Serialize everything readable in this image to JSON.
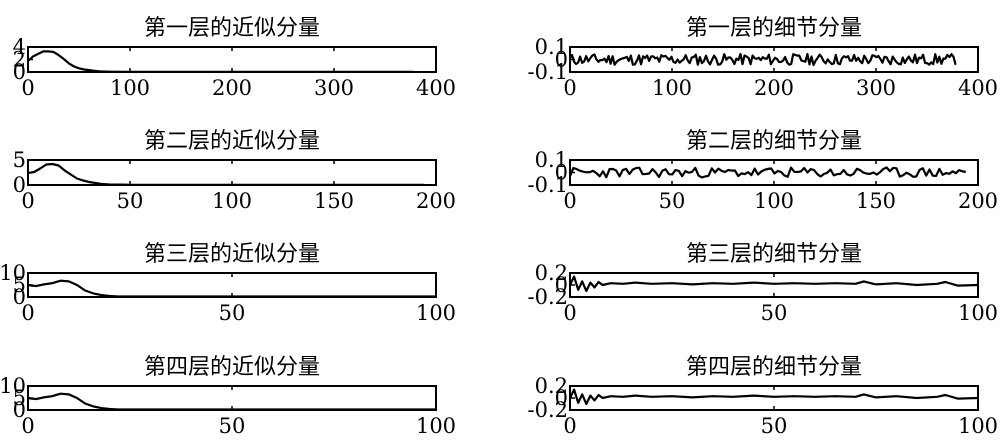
{
  "chart_data": [
    {
      "type": "line",
      "title": "第一层的近似分量",
      "xlim": [
        0,
        400
      ],
      "ylim": [
        0,
        4
      ],
      "xticks": [
        0,
        100,
        200,
        300,
        400
      ],
      "yticks": [
        0,
        2,
        4
      ],
      "xtick_labels": [
        "0",
        "100",
        "200",
        "300",
        "400"
      ],
      "ytick_labels": [
        "0",
        "2",
        "4"
      ],
      "x_end": 378,
      "series": [
        {
          "x": [
            0,
            5,
            10,
            15,
            20,
            25,
            30,
            35,
            40,
            45,
            50,
            55,
            60,
            65,
            70,
            80,
            100,
            150,
            200,
            250,
            300,
            350,
            378
          ],
          "y": [
            1.8,
            2.5,
            2.9,
            3.3,
            3.3,
            3.2,
            2.7,
            2.1,
            1.4,
            0.9,
            0.6,
            0.4,
            0.3,
            0.2,
            0.1,
            0.05,
            0.02,
            0.02,
            0.02,
            0.02,
            0.02,
            0.02,
            0.02
          ]
        }
      ]
    },
    {
      "type": "line",
      "title": "第一层的细节分量",
      "xlim": [
        0,
        400
      ],
      "ylim": [
        -0.1,
        0.1
      ],
      "xticks": [
        0,
        100,
        200,
        300,
        400
      ],
      "yticks": [
        -0.1,
        0,
        0.1
      ],
      "xtick_labels": [
        "0",
        "100",
        "200",
        "300",
        "400"
      ],
      "ytick_labels": [
        "-0.1",
        "0",
        "0.1"
      ],
      "noise": {
        "n": 190,
        "x_end": 378,
        "amplitude": 0.045,
        "seed": 11
      }
    },
    {
      "type": "line",
      "title": "第二层的近似分量",
      "xlim": [
        0,
        200
      ],
      "ylim": [
        0,
        5
      ],
      "xticks": [
        0,
        50,
        100,
        150,
        200
      ],
      "yticks": [
        0,
        5
      ],
      "xtick_labels": [
        "0",
        "50",
        "100",
        "150",
        "200"
      ],
      "ytick_labels": [
        "0",
        "5"
      ],
      "series": [
        {
          "x": [
            0,
            3,
            6,
            9,
            12,
            15,
            18,
            21,
            24,
            27,
            30,
            33,
            36,
            40,
            50,
            80,
            120,
            160,
            194
          ],
          "y": [
            2.4,
            2.6,
            3.3,
            4.1,
            4.2,
            3.9,
            2.9,
            2.1,
            1.3,
            0.9,
            0.6,
            0.4,
            0.2,
            0.1,
            0.05,
            0.03,
            0.03,
            0.03,
            0.03
          ]
        }
      ]
    },
    {
      "type": "line",
      "title": "第二层的细节分量",
      "xlim": [
        0,
        200
      ],
      "ylim": [
        -0.1,
        0.1
      ],
      "xticks": [
        0,
        50,
        100,
        150,
        200
      ],
      "yticks": [
        -0.1,
        0,
        0.1
      ],
      "xtick_labels": [
        "0",
        "50",
        "100",
        "150",
        "200"
      ],
      "ytick_labels": [
        "-0.1",
        "0",
        "0.1"
      ],
      "noise": {
        "n": 120,
        "x_end": 194,
        "amplitude": 0.04,
        "seed": 23
      }
    },
    {
      "type": "line",
      "title": "第三层的近似分量",
      "xlim": [
        0,
        100
      ],
      "ylim": [
        0,
        10
      ],
      "xticks": [
        0,
        50,
        100
      ],
      "yticks": [
        0,
        5,
        10
      ],
      "xtick_labels": [
        "0",
        "50",
        "100"
      ],
      "ytick_labels": [
        "0",
        "5",
        "10"
      ],
      "series": [
        {
          "x": [
            0,
            1,
            2,
            4,
            6,
            8,
            10,
            12,
            14,
            16,
            18,
            20,
            22,
            30,
            60,
            100
          ],
          "y": [
            5.0,
            4.7,
            4.6,
            5.3,
            5.8,
            6.8,
            6.5,
            5.0,
            2.7,
            1.5,
            0.8,
            0.4,
            0.2,
            0.2,
            0.2,
            0.2
          ]
        }
      ]
    },
    {
      "type": "line",
      "title": "第三层的细节分量",
      "xlim": [
        0,
        100
      ],
      "ylim": [
        -0.2,
        0.2
      ],
      "xticks": [
        0,
        50,
        100
      ],
      "yticks": [
        -0.2,
        0,
        0.2
      ],
      "xtick_labels": [
        "0",
        "50",
        "100"
      ],
      "ytick_labels": [
        "-0.2",
        "0",
        "0.2"
      ],
      "series": [
        {
          "x": [
            0,
            1,
            2,
            3,
            4,
            5,
            6,
            7,
            8,
            10,
            13,
            16,
            20,
            25,
            30,
            35,
            40,
            45,
            50,
            55,
            60,
            65,
            70,
            72,
            75,
            80,
            85,
            90,
            92,
            95,
            100
          ],
          "y": [
            0.0,
            0.14,
            -0.08,
            0.06,
            -0.1,
            0.04,
            -0.04,
            0.05,
            0.0,
            0.03,
            0.02,
            0.04,
            0.02,
            0.03,
            0.01,
            0.03,
            0.02,
            0.04,
            0.02,
            0.03,
            0.02,
            0.03,
            0.02,
            0.06,
            0.01,
            0.03,
            0.0,
            0.02,
            0.05,
            -0.01,
            0.0
          ]
        }
      ]
    },
    {
      "type": "line",
      "title": "第四层的近似分量",
      "xlim": [
        0,
        100
      ],
      "ylim": [
        0,
        10
      ],
      "xticks": [
        0,
        50,
        100
      ],
      "yticks": [
        0,
        5,
        10
      ],
      "xtick_labels": [
        "0",
        "50",
        "100"
      ],
      "ytick_labels": [
        "0",
        "5",
        "10"
      ],
      "series": [
        {
          "x": [
            0,
            1,
            2,
            4,
            6,
            8,
            10,
            12,
            14,
            16,
            18,
            20,
            22,
            30,
            60,
            100
          ],
          "y": [
            5.0,
            4.7,
            4.6,
            5.3,
            5.8,
            6.8,
            6.5,
            5.0,
            2.7,
            1.5,
            0.8,
            0.4,
            0.2,
            0.2,
            0.2,
            0.2
          ]
        }
      ]
    },
    {
      "type": "line",
      "title": "第四层的细节分量",
      "xlim": [
        0,
        100
      ],
      "ylim": [
        -0.2,
        0.2
      ],
      "xticks": [
        0,
        50,
        100
      ],
      "yticks": [
        -0.2,
        0,
        0.2
      ],
      "xtick_labels": [
        "0",
        "50",
        "100"
      ],
      "ytick_labels": [
        "-0.2",
        "0",
        "0.2"
      ],
      "series": [
        {
          "x": [
            0,
            1,
            2,
            3,
            4,
            5,
            6,
            7,
            8,
            10,
            13,
            16,
            20,
            25,
            30,
            35,
            40,
            45,
            50,
            55,
            60,
            65,
            70,
            72,
            75,
            80,
            85,
            90,
            92,
            95,
            100
          ],
          "y": [
            0.0,
            0.14,
            -0.08,
            0.06,
            -0.1,
            0.04,
            -0.04,
            0.05,
            0.0,
            0.03,
            0.02,
            0.04,
            0.02,
            0.03,
            0.01,
            0.03,
            0.02,
            0.04,
            0.02,
            0.03,
            0.02,
            0.03,
            0.02,
            0.06,
            0.01,
            0.03,
            0.0,
            0.02,
            0.05,
            -0.01,
            0.0
          ]
        }
      ]
    }
  ]
}
